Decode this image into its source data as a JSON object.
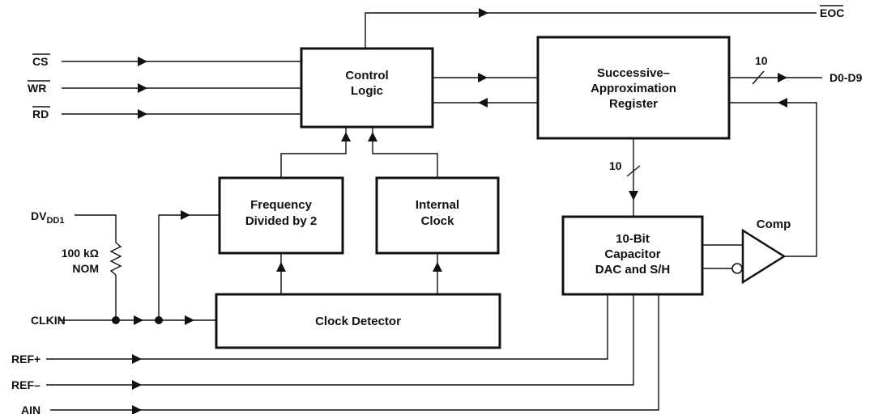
{
  "pins": {
    "cs": "CS",
    "wr": "WR",
    "rd": "RD",
    "dvdd": "DV",
    "dvdd_sub": "DD1",
    "clkin": "CLKIN",
    "refp": "REF+",
    "refm": "REF–",
    "ain": "AIN",
    "eoc": "EOC",
    "data_out": "D0-D9"
  },
  "blocks": {
    "control_logic": [
      "Control",
      "Logic"
    ],
    "sar": [
      "Successive–",
      "Approximation",
      "Register"
    ],
    "freq_div": [
      "Frequency",
      "Divided by 2"
    ],
    "internal_clock": [
      "Internal",
      "Clock"
    ],
    "clock_detector": "Clock Detector",
    "dac": [
      "10-Bit",
      "Capacitor",
      "DAC and S/H"
    ]
  },
  "resistor": [
    "100 kΩ",
    "NOM"
  ],
  "comparator_label": "Comp",
  "bus_width_data": "10",
  "bus_width_dac": "10"
}
